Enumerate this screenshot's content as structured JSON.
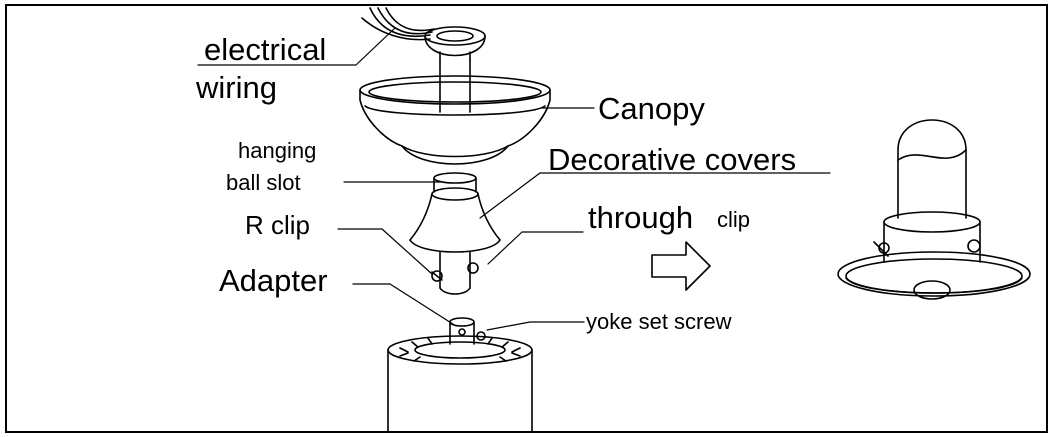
{
  "labels": {
    "electrical": "electrical",
    "wiring": "wiring",
    "canopy": "Canopy",
    "hanging": "hanging",
    "ball_slot": "ball slot",
    "decorative_covers": "Decorative covers",
    "r_clip": "R clip",
    "through": "through",
    "clip": "clip",
    "adapter": "Adapter",
    "yoke_set_screw": "yoke set screw"
  },
  "colors": {
    "line": "#000000",
    "background": "#ffffff"
  }
}
